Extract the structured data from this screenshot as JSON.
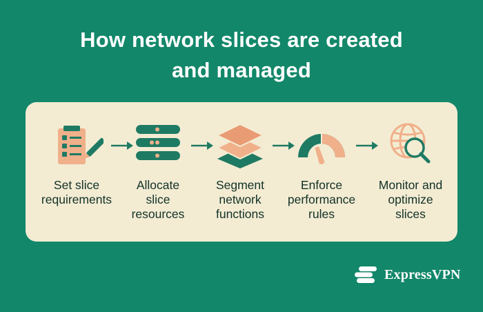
{
  "title": {
    "line1": "How network slices are created",
    "line2": "and managed"
  },
  "steps": [
    {
      "label_lines": [
        "Set slice",
        "requirements"
      ],
      "icon": "checklist-pencil-icon"
    },
    {
      "label_lines": [
        "Allocate",
        "slice",
        "resources"
      ],
      "icon": "server-stack-icon"
    },
    {
      "label_lines": [
        "Segment",
        "network",
        "functions"
      ],
      "icon": "layers-icon"
    },
    {
      "label_lines": [
        "Enforce",
        "performance",
        "rules"
      ],
      "icon": "speed-gauge-icon"
    },
    {
      "label_lines": [
        "Monitor and",
        "optimize",
        "slices"
      ],
      "icon": "globe-magnifier-icon"
    }
  ],
  "brand": {
    "name": "ExpressVPN",
    "icon": "expressvpn-logo-icon"
  },
  "colors": {
    "background": "#12876a",
    "panel": "#f3ecd3",
    "accent": "#f0b08a",
    "dark_green": "#1f7a63",
    "text": "#123127"
  }
}
